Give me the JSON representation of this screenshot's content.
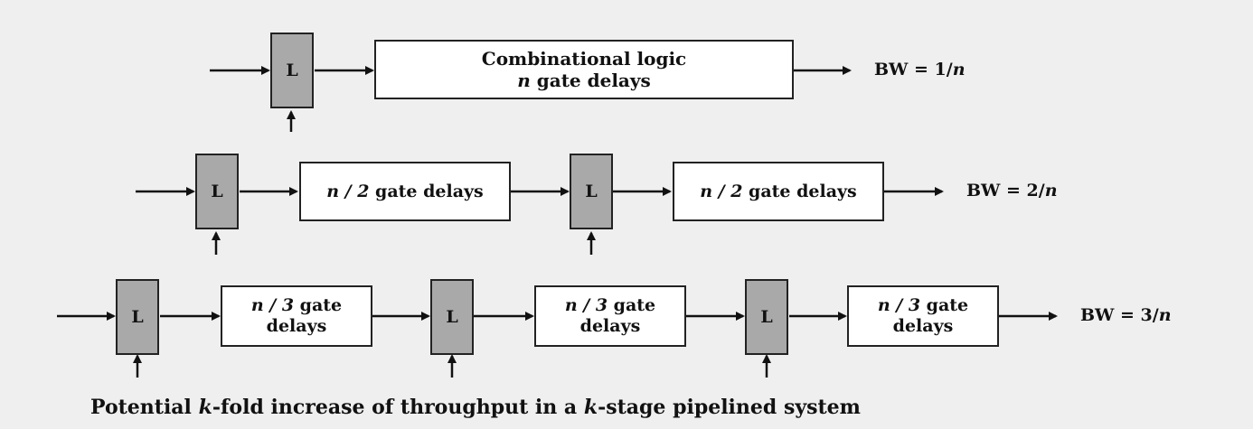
{
  "latch_label": "L",
  "row1": {
    "logic_line1": "Combinational logic",
    "logic_line2_var": "n",
    "logic_line2_rest": " gate delays",
    "bw_prefix": "BW = 1/",
    "bw_var": "n"
  },
  "row2": {
    "stage_var": "n / 2",
    "stage_rest": " gate delays",
    "bw_prefix": "BW = 2/",
    "bw_var": "n"
  },
  "row3": {
    "stage_var": "n / 3",
    "stage_rest": " gate",
    "stage_line2": "delays",
    "bw_prefix": "BW = 3/",
    "bw_var": "n"
  },
  "caption": {
    "part1": "Potential ",
    "var1": "k",
    "part2": "-fold increase of throughput in a ",
    "var2": "k",
    "part3": "-stage pipelined system"
  },
  "colors": {
    "background": "#efefef",
    "latch_fill": "#a9a9a9",
    "box_fill": "#ffffff",
    "stroke": "#222222"
  }
}
